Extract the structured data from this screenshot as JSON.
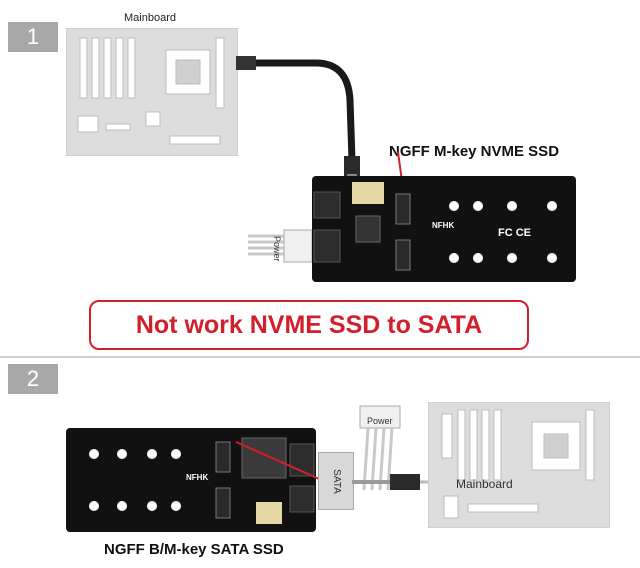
{
  "section1": {
    "step_number": "1",
    "mainboard_label": "Mainboard",
    "ssd_label": "NGFF M-key NVME SSD",
    "power_label": "Power",
    "board_brand": "NFHK"
  },
  "warning": {
    "text": "Not work NVME SSD to SATA"
  },
  "section2": {
    "step_number": "2",
    "mainboard_label": "Mainboard",
    "ssd_label": "NGFF B/M-key SATA SSD",
    "power_label": "Power",
    "sata_label": "SATA",
    "board_brand": "NFHK"
  },
  "colors": {
    "accent_red": "#d21f2b",
    "badge_gray": "#a8a8a8",
    "board_black": "#111111",
    "mainboard_gray": "#d9d9d9"
  }
}
